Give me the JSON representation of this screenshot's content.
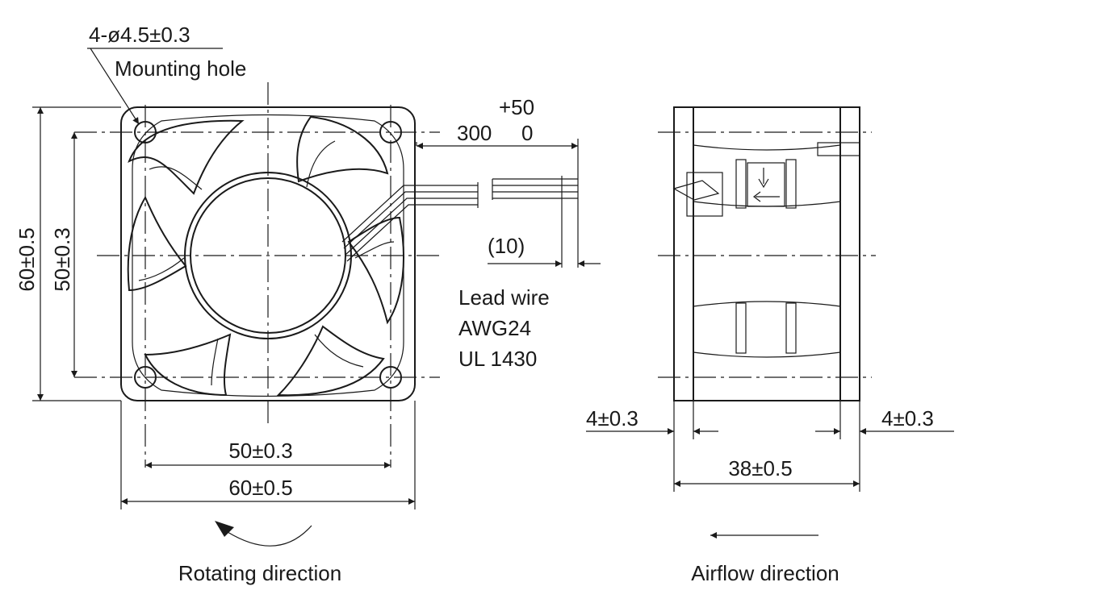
{
  "front_view": {
    "mounting_hole_spec": "4-ø4.5±0.3",
    "mounting_hole_label": "Mounting hole",
    "lead_length_tolerance": "+50",
    "lead_length_nominal": "300",
    "lead_length_tolerance_lower": "0",
    "strip_length": "(10)",
    "lead_wire_label": "Lead wire",
    "lead_wire_gauge": "AWG24",
    "lead_wire_standard": "UL 1430",
    "height_outer": "60±0.5",
    "height_hole_pitch": "50±0.3",
    "width_hole_pitch": "50±0.3",
    "width_outer": "60±0.5",
    "rotating_direction_label": "Rotating direction"
  },
  "side_view": {
    "flange_left": "4±0.3",
    "flange_right": "4±0.3",
    "depth": "38±0.5",
    "airflow_direction_label": "Airflow direction"
  },
  "colors": {
    "line": "#1a1a1a",
    "background": "#ffffff"
  }
}
